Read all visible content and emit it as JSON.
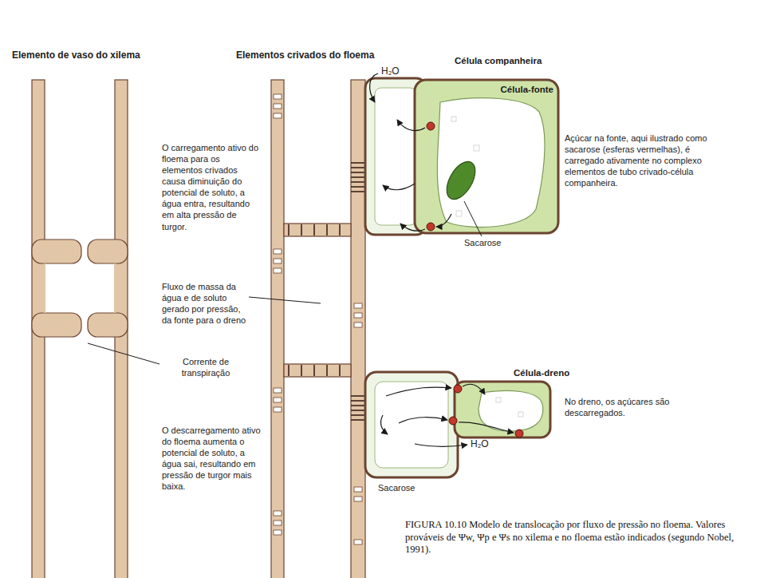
{
  "diagram": {
    "caption": "FIGURA 10.10 Modelo de translocação por fluxo de pressão no floema. Valores prováveis de Ψw, Ψp e Ψs no xilema e no floema estão indicados (segundo Nobel, 1991).",
    "nodes": [
      {
        "text": [
          "Célula companheira"
        ]
      },
      {
        "text": [
          "Célula-fonte"
        ]
      },
      {
        "text": [
          "Célula-dreno"
        ]
      }
    ],
    "labels": [
      "Elemento de vaso do xilema",
      "Elementos crivados do floema",
      "H₂O",
      "Açúcar na fonte, aqui ilustrado como sacarose (esferas vermelhas), é carregado ativamente no complexo elementos de tubo crivado-célula companheira.",
      "Sacarose",
      "O carregamento ativo do floema para os elementos crivados causa diminuição do potencial de soluto, a água entra, resultando em alta pressão de turgor.",
      "Fluxo de massa da água e de soluto gerado por pressão, da fonte para o dreno",
      "Corrente de transpiração",
      "O descarregamento ativo do floema aumenta o potencial de soluto, a água sai, resultando em pressão de turgor mais baixa.",
      "No dreno, os açúcares são descarregados.",
      "H₂O",
      "Sacarose"
    ]
  }
}
